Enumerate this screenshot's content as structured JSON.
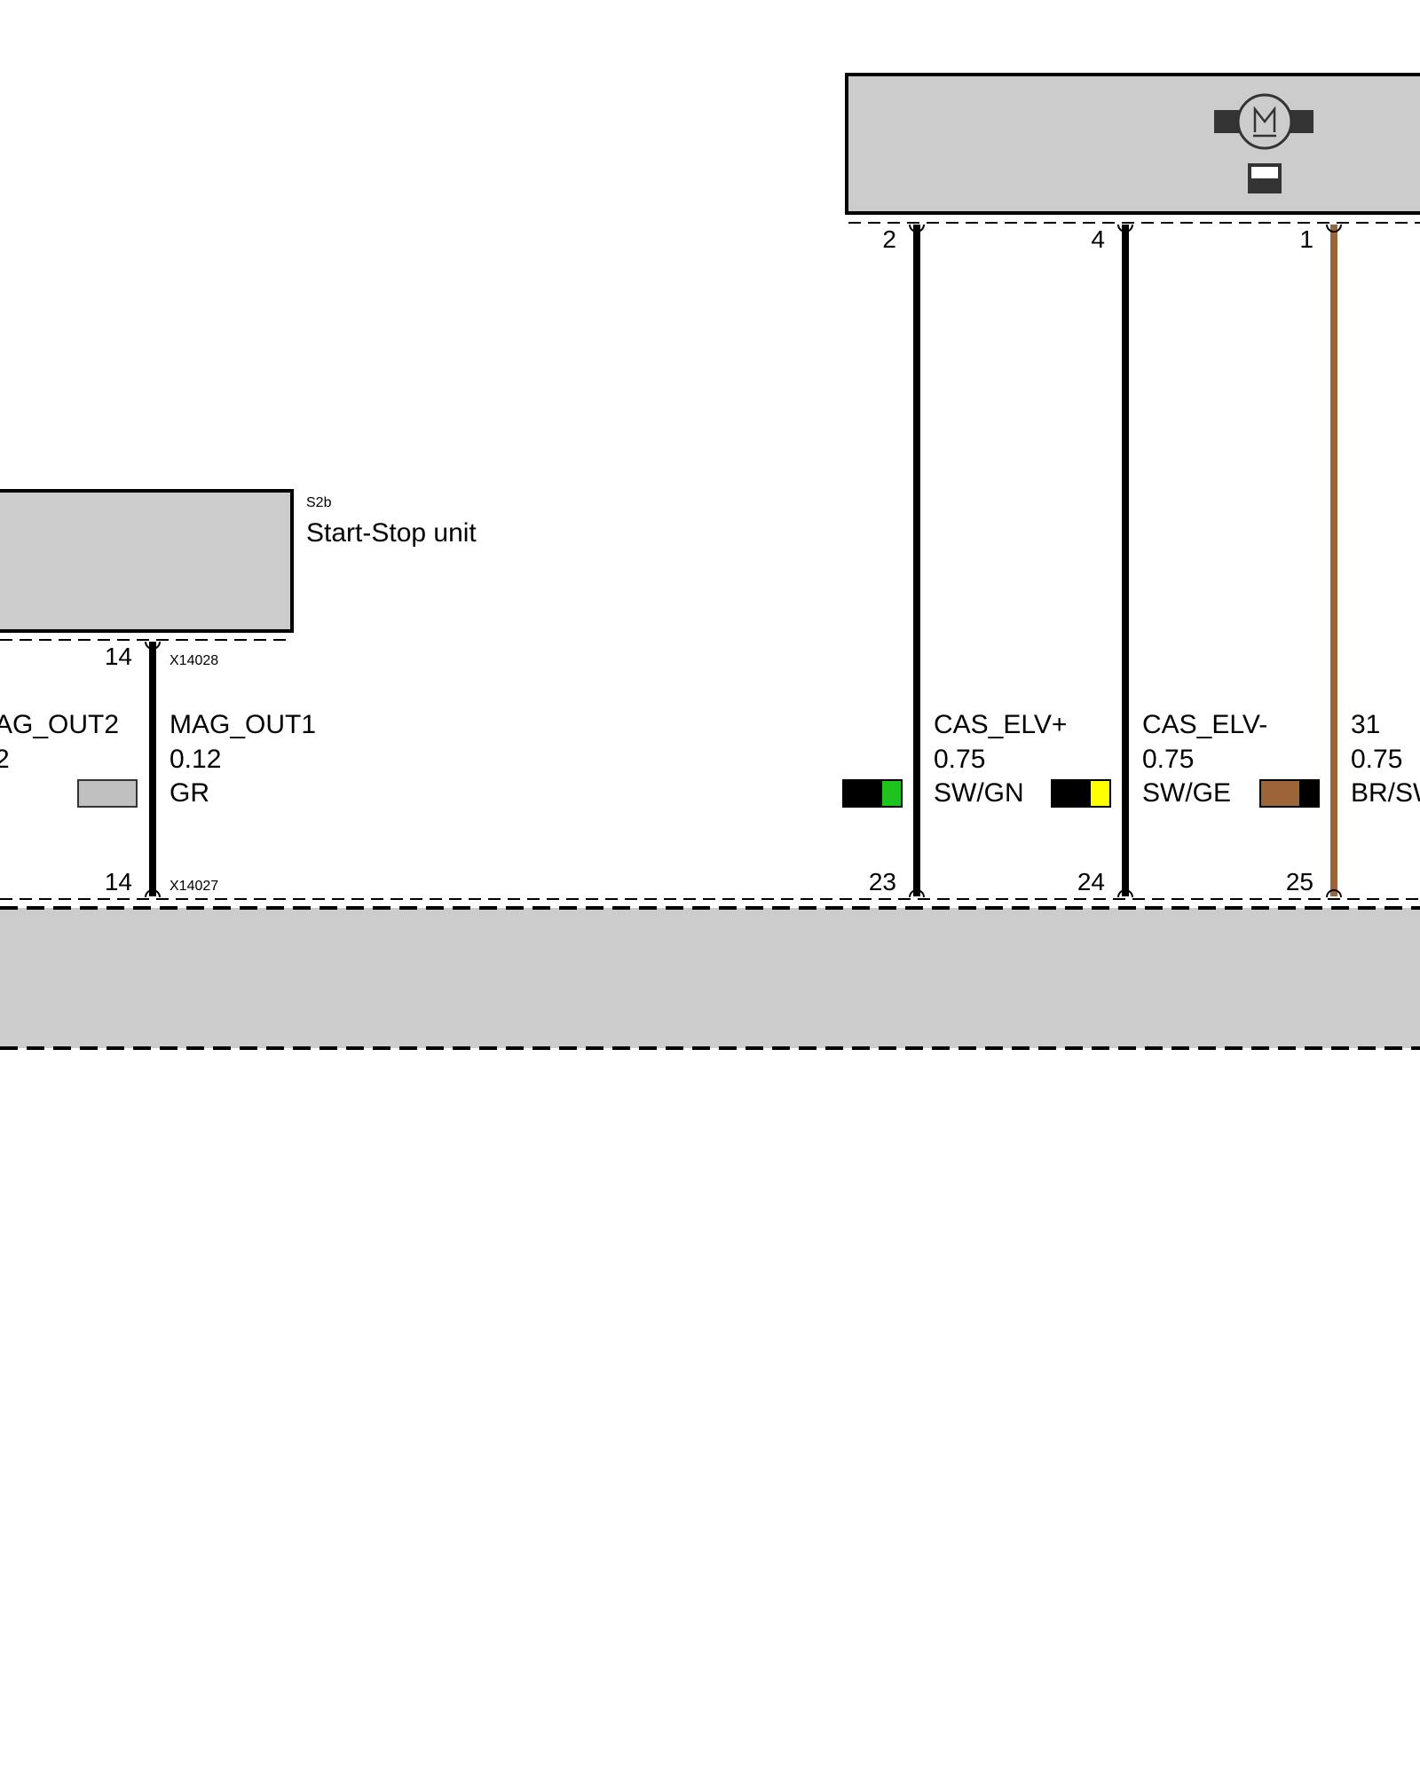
{
  "components": {
    "top_unit": {
      "fill": "#cccccc",
      "icons": [
        "motor-icon",
        "sensor-icon"
      ]
    },
    "start_stop_unit": {
      "code": "S2b",
      "name": "Start-Stop unit",
      "connector": "X14028",
      "fill": "#cccccc"
    },
    "bottom_unit": {
      "connector": "X14027",
      "fill": "#cccccc"
    }
  },
  "wires": [
    {
      "signal": "AG_OUT2",
      "size": "2",
      "color_code": "",
      "colors": [
        "#c0c0c0"
      ],
      "top_pin": "",
      "bottom_pin": ""
    },
    {
      "signal": "MAG_OUT1",
      "size": "0.12",
      "color_code": "GR",
      "colors": [
        "#c0c0c0"
      ],
      "top_pin": "14",
      "bottom_pin": "14",
      "wire_color": "#000000"
    },
    {
      "signal": "CAS_ELV+",
      "size": "0.75",
      "color_code": "SW/GN",
      "colors": [
        "#000000",
        "#1ec31e"
      ],
      "top_pin": "2",
      "bottom_pin": "23",
      "wire_color": "#000000"
    },
    {
      "signal": "CAS_ELV-",
      "size": "0.75",
      "color_code": "SW/GE",
      "colors": [
        "#000000",
        "#ffff00"
      ],
      "top_pin": "4",
      "bottom_pin": "24",
      "wire_color": "#000000"
    },
    {
      "signal": "31",
      "size": "0.75",
      "color_code": "BR/SW",
      "colors": [
        "#9c6537",
        "#000000"
      ],
      "top_pin": "1",
      "bottom_pin": "25",
      "wire_color": "#9c6537"
    }
  ]
}
